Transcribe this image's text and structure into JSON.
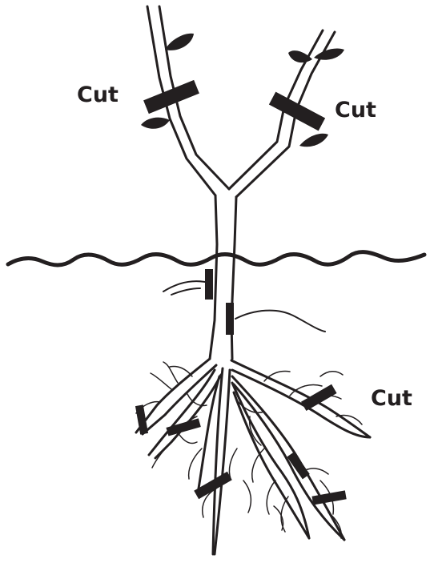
{
  "labels": {
    "top_left": "Cut",
    "top_right": "Cut",
    "root": "Cut"
  },
  "colors": {
    "ink": "#231f20",
    "background": "#ffffff"
  }
}
